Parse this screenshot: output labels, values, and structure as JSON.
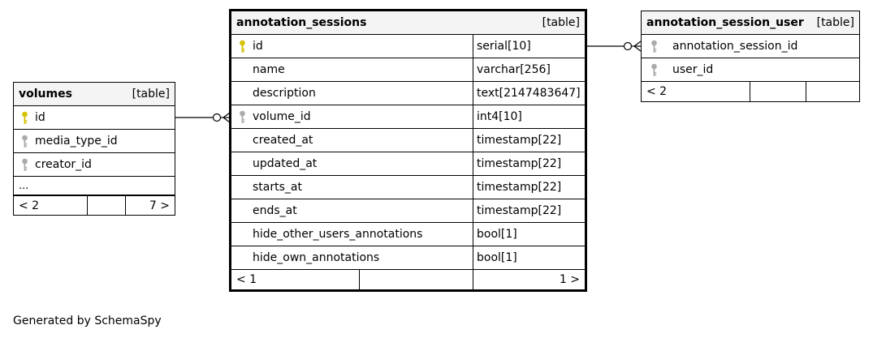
{
  "colors": {
    "primary_key": "#d4c100",
    "foreign_key": "#aaaaaa",
    "header_bg": "#f4f4f4"
  },
  "tables": {
    "volumes": {
      "name": "volumes",
      "kind": "[table]",
      "columns": [
        {
          "name": "id",
          "key": "primary"
        },
        {
          "name": "media_type_id",
          "key": "foreign"
        },
        {
          "name": "creator_id",
          "key": "foreign"
        }
      ],
      "ellipsis": "...",
      "footer": {
        "left": "< 2",
        "mid": "",
        "right": "7 >"
      }
    },
    "annotation_sessions": {
      "name": "annotation_sessions",
      "kind": "[table]",
      "columns": [
        {
          "name": "id",
          "type": "serial[10]",
          "key": "primary"
        },
        {
          "name": "name",
          "type": "varchar[256]",
          "key": ""
        },
        {
          "name": "description",
          "type": "text[2147483647]",
          "key": ""
        },
        {
          "name": "volume_id",
          "type": "int4[10]",
          "key": "foreign"
        },
        {
          "name": "created_at",
          "type": "timestamp[22]",
          "key": ""
        },
        {
          "name": "updated_at",
          "type": "timestamp[22]",
          "key": ""
        },
        {
          "name": "starts_at",
          "type": "timestamp[22]",
          "key": ""
        },
        {
          "name": "ends_at",
          "type": "timestamp[22]",
          "key": ""
        },
        {
          "name": "hide_other_users_annotations",
          "type": "bool[1]",
          "key": ""
        },
        {
          "name": "hide_own_annotations",
          "type": "bool[1]",
          "key": ""
        }
      ],
      "footer": {
        "left": "< 1",
        "mid": "",
        "right": "1 >"
      }
    },
    "annotation_session_user": {
      "name": "annotation_session_user",
      "kind": "[table]",
      "columns": [
        {
          "name": "annotation_session_id",
          "key": "foreign"
        },
        {
          "name": "user_id",
          "key": "foreign"
        }
      ],
      "footer": {
        "left": "< 2",
        "mid": "",
        "right": ""
      }
    }
  },
  "generated_by": "Generated by SchemaSpy"
}
